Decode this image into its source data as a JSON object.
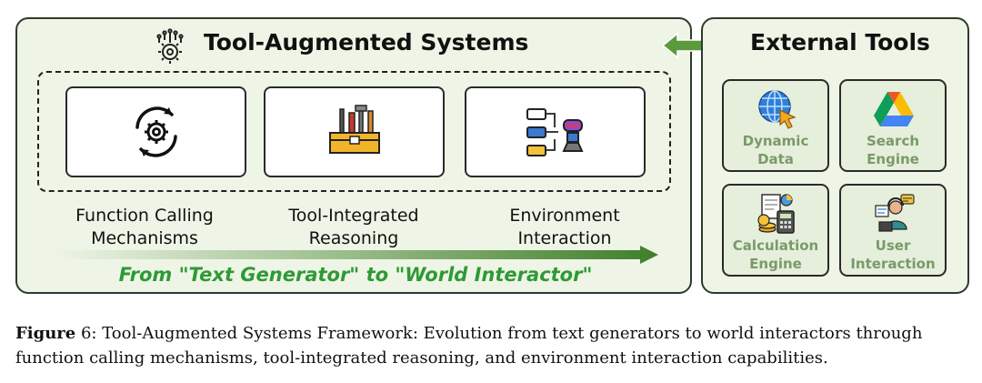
{
  "left_panel": {
    "title": "Tool-Augmented Systems",
    "logo_icon": "gear-circuit-icon",
    "cards": [
      {
        "icon": "gear-cycle-icon",
        "label_line1": "Function Calling",
        "label_line2": "Mechanisms"
      },
      {
        "icon": "toolbox-icon",
        "label_line1": "Tool-Integrated",
        "label_line2": "Reasoning"
      },
      {
        "icon": "robot-interaction-icon",
        "label_line1": "Environment",
        "label_line2": "Interaction"
      }
    ],
    "caption": "From \"Text Generator\" to \"World Interactor\""
  },
  "right_panel": {
    "title": "External Tools",
    "tools": [
      {
        "icon": "globe-cursor-icon",
        "line1": "Dynamic",
        "line2": "Data"
      },
      {
        "icon": "drive-triangle-icon",
        "line1": "Search",
        "line2": "Engine"
      },
      {
        "icon": "calculator-icon",
        "line1": "Calculation",
        "line2": "Engine"
      },
      {
        "icon": "user-headset-icon",
        "line1": "User",
        "line2": "Interaction"
      }
    ]
  },
  "figure": {
    "label": "Figure",
    "caption_text": " 6: Tool-Augmented Systems Framework: Evolution from text generators to world interactors through function calling mechanisms, tool-integrated reasoning, and environment interaction capabilities."
  },
  "colors": {
    "panel_bg": "#eef5e6",
    "accent_green": "#2e9a36",
    "arrow_green": "#5a9a3c",
    "tool_label": "#7a9a6a"
  }
}
